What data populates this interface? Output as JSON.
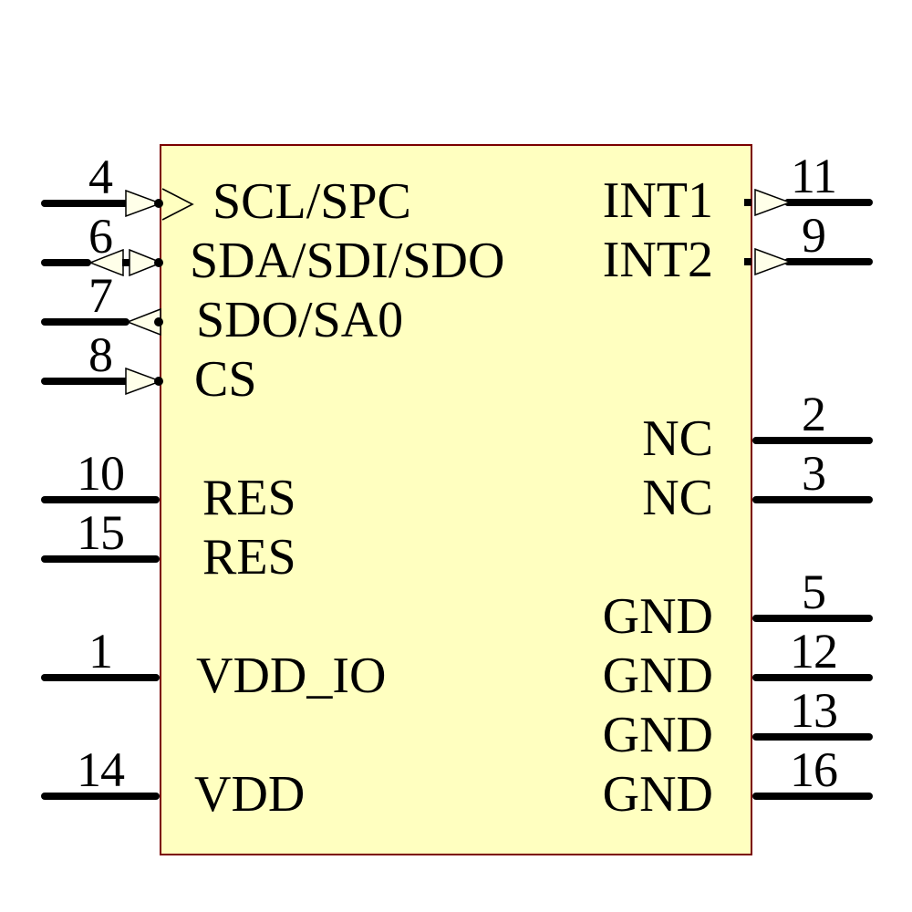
{
  "diagram": {
    "kind": "IC schematic symbol",
    "colors": {
      "background": "#FFFFFF",
      "body_fill": "#FFFFC0",
      "body_outline": "#7B0000",
      "arrow_fill": "#FFFFE9",
      "wire": "#000000",
      "text": "#000000"
    }
  },
  "pins": {
    "left": [
      {
        "number": "4",
        "label": "SCL/SPC",
        "arrow": "input",
        "clock": true
      },
      {
        "number": "6",
        "label": "SDA/SDI/SDO",
        "arrow": "bidirectional",
        "clock": false
      },
      {
        "number": "7",
        "label": "SDO/SA0",
        "arrow": "output",
        "clock": false
      },
      {
        "number": "8",
        "label": "CS",
        "arrow": "input",
        "clock": false
      },
      {
        "number": "10",
        "label": "RES",
        "arrow": "none",
        "clock": false
      },
      {
        "number": "15",
        "label": "RES",
        "arrow": "none",
        "clock": false
      },
      {
        "number": "1",
        "label": "VDD_IO",
        "arrow": "none",
        "clock": false
      },
      {
        "number": "14",
        "label": "VDD",
        "arrow": "none",
        "clock": false
      }
    ],
    "right": [
      {
        "number": "11",
        "label": "INT1",
        "arrow": "output"
      },
      {
        "number": "9",
        "label": "INT2",
        "arrow": "output"
      },
      {
        "number": "2",
        "label": "NC",
        "arrow": "none"
      },
      {
        "number": "3",
        "label": "NC",
        "arrow": "none"
      },
      {
        "number": "5",
        "label": "GND",
        "arrow": "none"
      },
      {
        "number": "12",
        "label": "GND",
        "arrow": "none"
      },
      {
        "number": "13",
        "label": "GND",
        "arrow": "none"
      },
      {
        "number": "16",
        "label": "GND",
        "arrow": "none"
      }
    ]
  }
}
